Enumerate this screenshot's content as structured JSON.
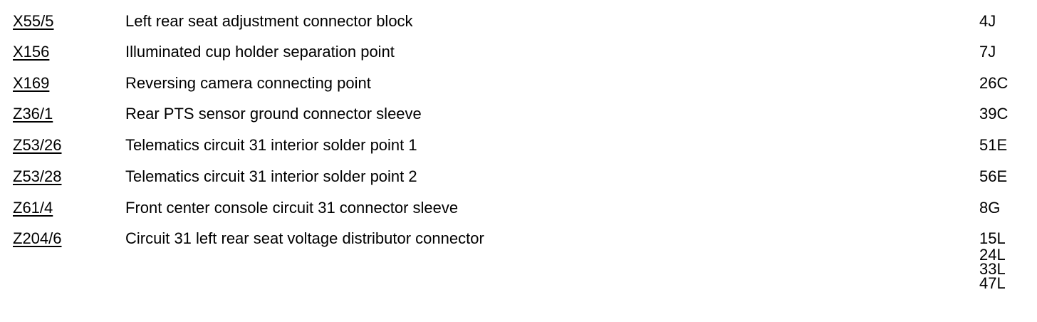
{
  "rows": [
    {
      "code": "X55/5",
      "description": "Left rear seat adjustment connector block",
      "refs": [
        "4J"
      ]
    },
    {
      "code": "X156",
      "description": "Illuminated cup holder separation point",
      "refs": [
        "7J"
      ]
    },
    {
      "code": "X169",
      "description": "Reversing camera connecting point",
      "refs": [
        "26C"
      ]
    },
    {
      "code": "Z36/1",
      "description": "Rear PTS sensor ground connector sleeve",
      "refs": [
        "39C"
      ]
    },
    {
      "code": "Z53/26",
      "description": "Telematics circuit 31 interior solder point 1",
      "refs": [
        "51E"
      ]
    },
    {
      "code": "Z53/28",
      "description": "Telematics circuit 31 interior solder point 2",
      "refs": [
        "56E"
      ]
    },
    {
      "code": "Z61/4",
      "description": "Front center console circuit 31 connector sleeve",
      "refs": [
        "8G"
      ]
    },
    {
      "code": "Z204/6",
      "description": "Circuit 31 left rear seat voltage distributor connector",
      "refs": [
        "15L",
        "24L",
        "33L",
        "47L"
      ]
    }
  ]
}
